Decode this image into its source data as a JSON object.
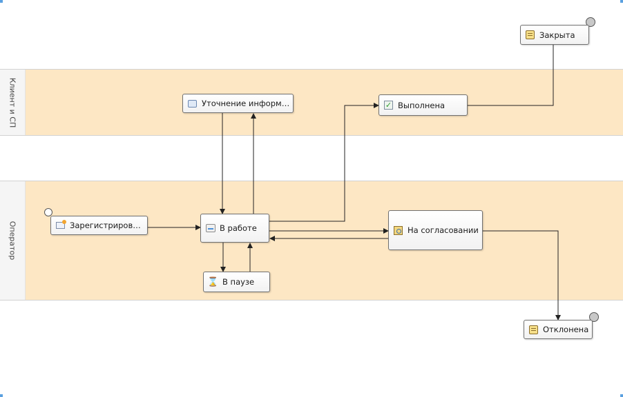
{
  "lanes": [
    {
      "id": "client",
      "label": "Клиент и СП"
    },
    {
      "id": "operator",
      "label": "Оператор"
    }
  ],
  "states": {
    "closed": {
      "label": "Закрыта",
      "icon": "closed-lock-icon"
    },
    "clarify": {
      "label": "Уточнение информа...",
      "icon": "chat-bubble-icon"
    },
    "done": {
      "label": "Выполнена",
      "icon": "checkmark-icon"
    },
    "registered": {
      "label": "Зарегистрирована",
      "icon": "envelope-icon"
    },
    "inwork": {
      "label": "В работе",
      "icon": "work-tray-icon"
    },
    "approval": {
      "label": "На согласовании",
      "icon": "approval-icon"
    },
    "paused": {
      "label": "В паузе",
      "icon": "hourglass-icon"
    },
    "rejected": {
      "label": "Отклонена",
      "icon": "rejected-lock-icon"
    }
  },
  "colors": {
    "lane_fill": "#fde7c4",
    "lane_header": "#f5f5f5",
    "edge": "#222222",
    "node_border": "#6f6f6f"
  }
}
